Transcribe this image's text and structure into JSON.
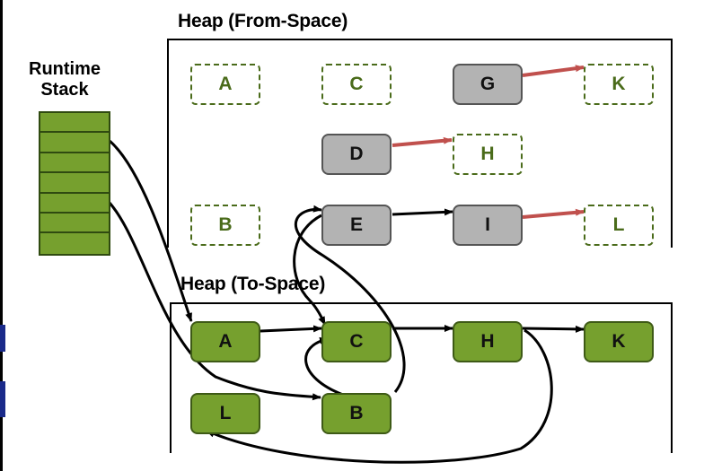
{
  "heap_from": {
    "title": "Heap (From-Space)",
    "nodes": {
      "A": "A",
      "C": "C",
      "G": "G",
      "K": "K",
      "D": "D",
      "H": "H",
      "B": "B",
      "E": "E",
      "I": "I",
      "L": "L"
    }
  },
  "heap_to": {
    "title": "Heap (To-Space)",
    "nodes": {
      "A": "A",
      "C": "C",
      "H": "H",
      "K": "K",
      "L": "L",
      "B": "B"
    }
  },
  "runtime_stack": {
    "title_line1": "Runtime",
    "title_line2": "Stack",
    "cell_count": 7
  },
  "colors": {
    "live_green": "#76a02e",
    "gray_node": "#b3b3b3",
    "red_arrow": "#c0504d",
    "dashed_border": "#4a6b1a"
  }
}
